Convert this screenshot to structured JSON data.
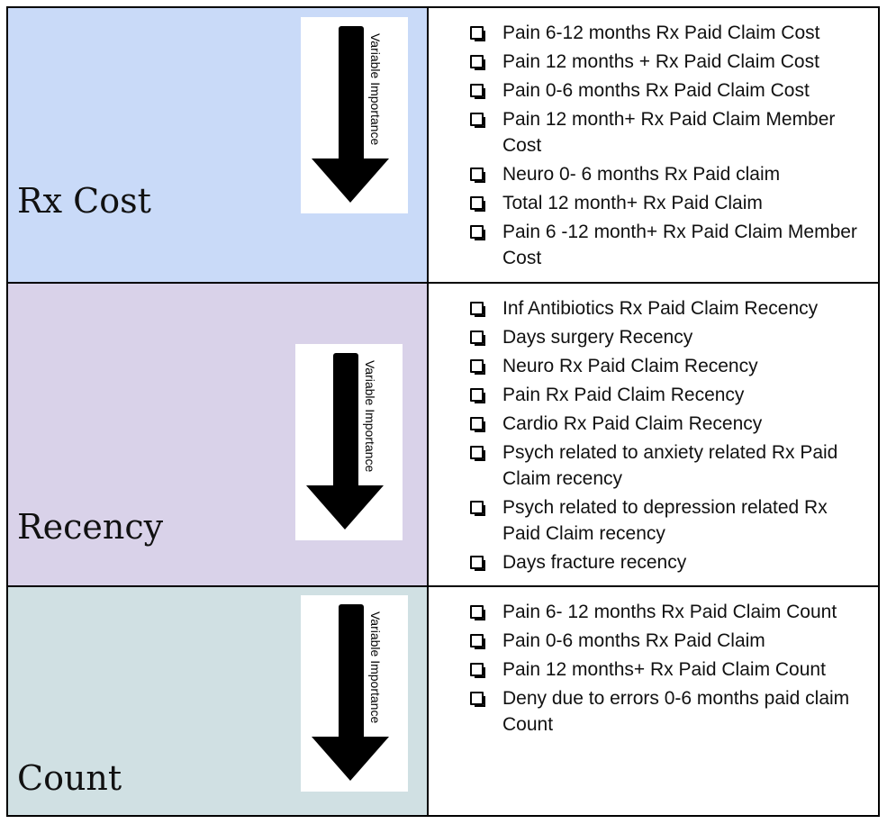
{
  "arrow_label": "Variable Importance",
  "colors": {
    "rx_cost": "#c9daf8",
    "recency": "#d9d2e9",
    "count": "#d0e0e3"
  },
  "rows": [
    {
      "title": "Rx Cost",
      "items": [
        "Pain 6-12 months Rx Paid Claim Cost",
        "Pain 12 months + Rx Paid Claim Cost",
        "Pain 0-6 months Rx Paid Claim Cost",
        "Pain 12 month+ Rx Paid Claim Member Cost",
        "Neuro 0- 6 months Rx Paid claim",
        "Total 12 month+ Rx Paid Claim",
        "Pain 6 -12 month+ Rx Paid Claim Member Cost"
      ]
    },
    {
      "title": "Recency",
      "items": [
        "Inf Antibiotics Rx Paid Claim Recency",
        "Days surgery Recency",
        "Neuro Rx Paid Claim Recency",
        "Pain Rx Paid Claim Recency",
        "Cardio Rx Paid Claim Recency",
        "Psych related to anxiety related Rx Paid Claim recency",
        "Psych related to depression related Rx Paid Claim recency",
        "Days fracture recency"
      ]
    },
    {
      "title": "Count",
      "items": [
        "Pain 6- 12 months Rx Paid Claim Count",
        "Pain 0-6 months Rx Paid Claim",
        "Pain 12 months+ Rx Paid Claim Count",
        "Deny due to errors 0-6 months paid claim Count"
      ]
    }
  ]
}
